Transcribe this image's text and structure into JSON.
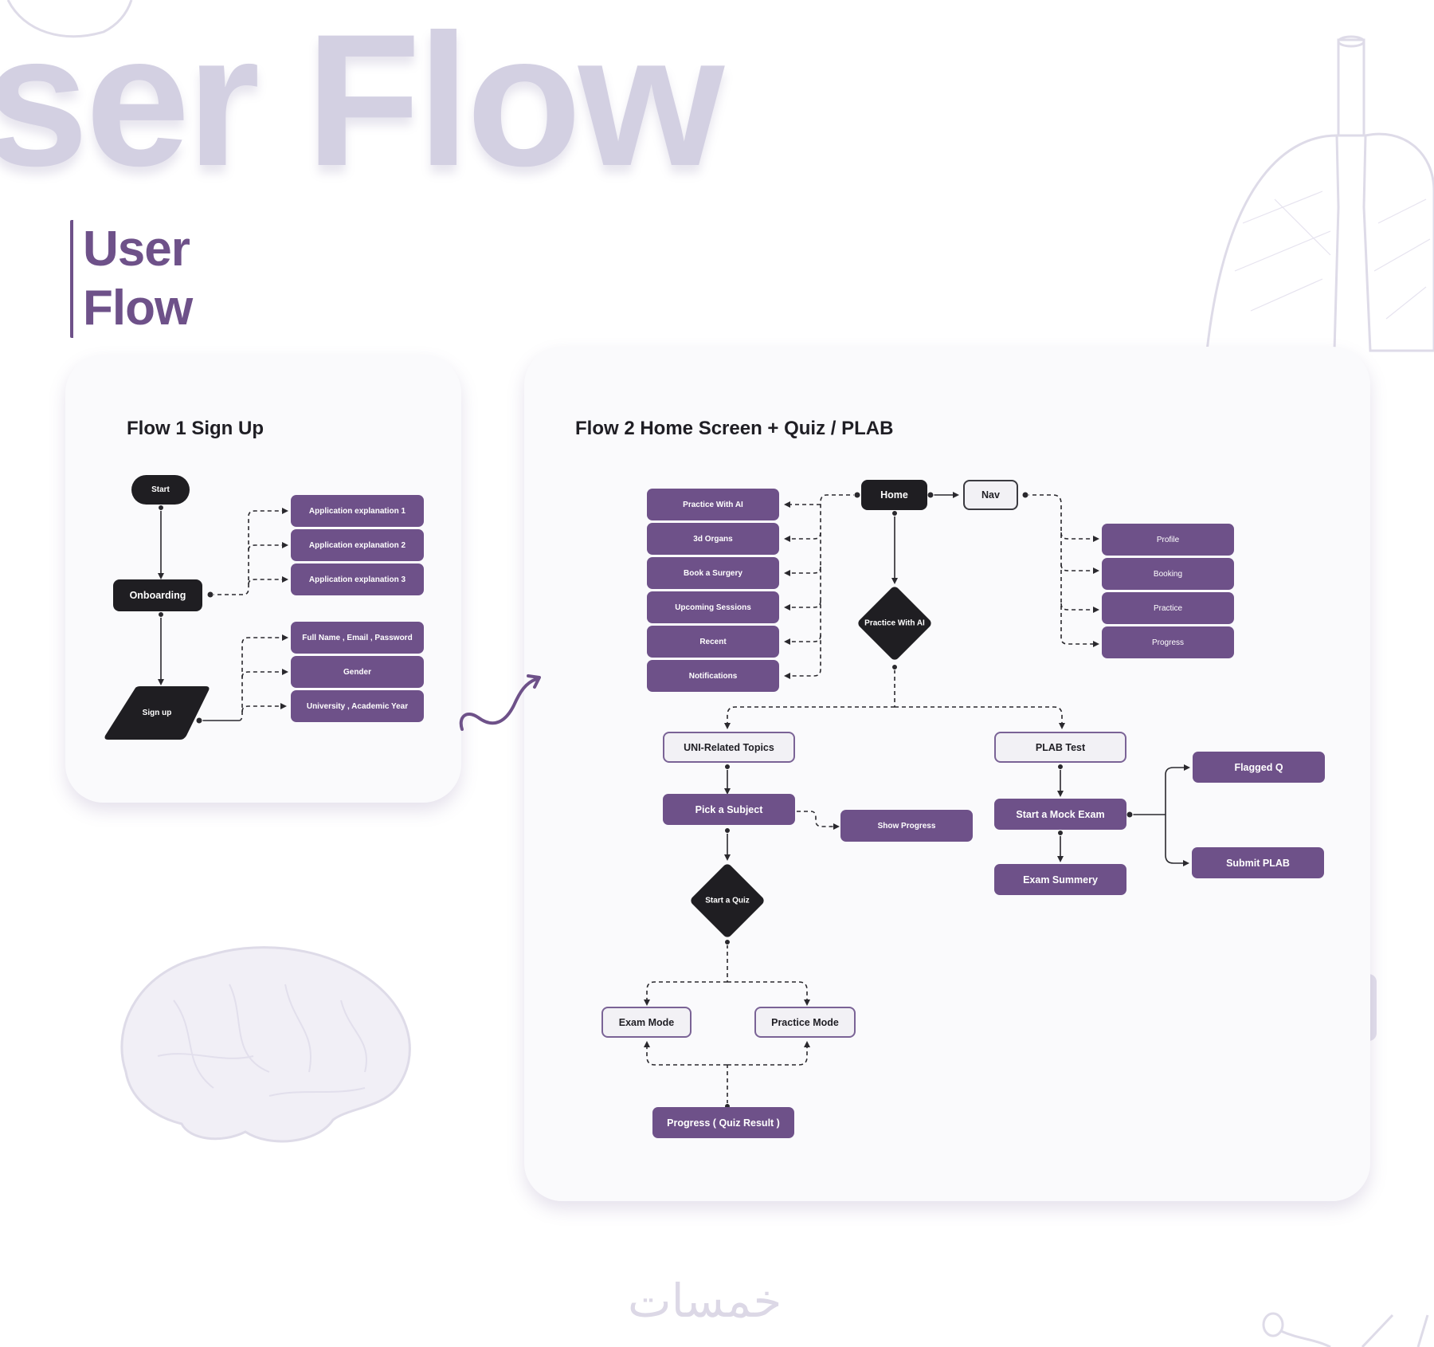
{
  "hero_text": "ser Flow",
  "subtitle": {
    "line1": "User",
    "line2": "Flow"
  },
  "watermark": "خمسات",
  "colors": {
    "purple": "#6e5189",
    "dark": "#1f1e22",
    "outline_bg": "#f2f1f5",
    "hero": "#d3d0e2",
    "card_bg": "#fafafc"
  },
  "flow1": {
    "title": "Flow 1 Sign Up",
    "start": "Start",
    "onboarding": "Onboarding",
    "signup": "Sign up",
    "onboarding_items": [
      "Application explanation 1",
      "Application explanation 2",
      "Application explanation 3"
    ],
    "signup_items": [
      "Full Name , Email , Password",
      "Gender",
      "University , Academic Year"
    ]
  },
  "flow2": {
    "title": "Flow 2 Home Screen + Quiz / PLAB",
    "home": "Home",
    "nav": "Nav",
    "home_items": [
      "Practice With AI",
      "3d Organs",
      "Book a Surgery",
      "Upcoming Sessions",
      "Recent",
      "Notifications"
    ],
    "nav_items": [
      "Profile",
      "Booking",
      "Practice",
      "Progress"
    ],
    "practice_ai_decision": "Practice With AI",
    "uni_topics": "UNI-Related Topics",
    "plab_test": "PLAB Test",
    "pick_subject": "Pick a Subject",
    "show_progress": "Show Progress",
    "start_quiz": "Start a Quiz",
    "exam_mode": "Exam Mode",
    "practice_mode": "Practice Mode",
    "quiz_result": "Progress ( Quiz Result )",
    "mock_exam": "Start a Mock Exam",
    "exam_summary": "Exam Summery",
    "flagged_q": "Flagged Q",
    "submit_plab": "Submit PLAB"
  }
}
